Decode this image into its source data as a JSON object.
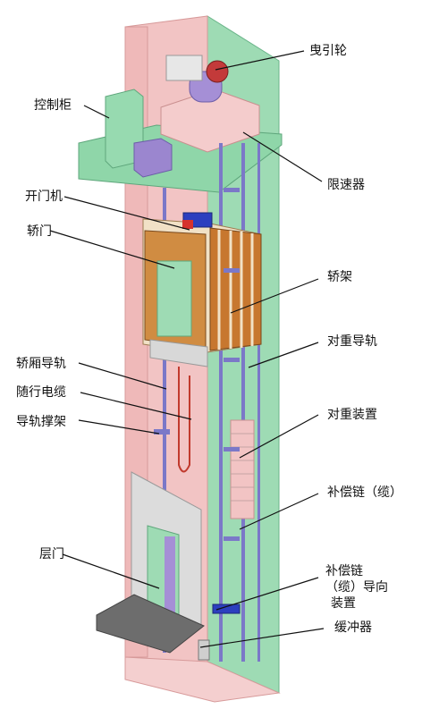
{
  "labels": {
    "traction_sheave": "曳引轮",
    "control_cabinet": "控制柜",
    "speed_governor": "限速器",
    "door_operator": "开门机",
    "car_door": "轿门",
    "car_frame": "轿架",
    "counterweight_guide_rail": "对重导轨",
    "car_guide_rail": "轿厢导轨",
    "traveling_cable": "随行电缆",
    "guide_rail_bracket": "导轨撑架",
    "counterweight_device": "对重装置",
    "compensation_chain": "补偿链（缆）",
    "compensation_guide_line1": "补偿链",
    "compensation_guide_line2": "（缆）导向",
    "compensation_guide_line3": "装置",
    "landing_door": "层门",
    "buffer": "缓冲器"
  },
  "colors": {
    "shaft_wall": "#f2c4c4",
    "shaft_wall_dark": "#e3a9a9",
    "machine_floor": "#8fd6a9",
    "rail": "#7b78c8",
    "car_panel": "#c7772f",
    "cabinet": "#8fd6a9",
    "cabinet_box": "#9b86cf",
    "line": "#111111"
  }
}
